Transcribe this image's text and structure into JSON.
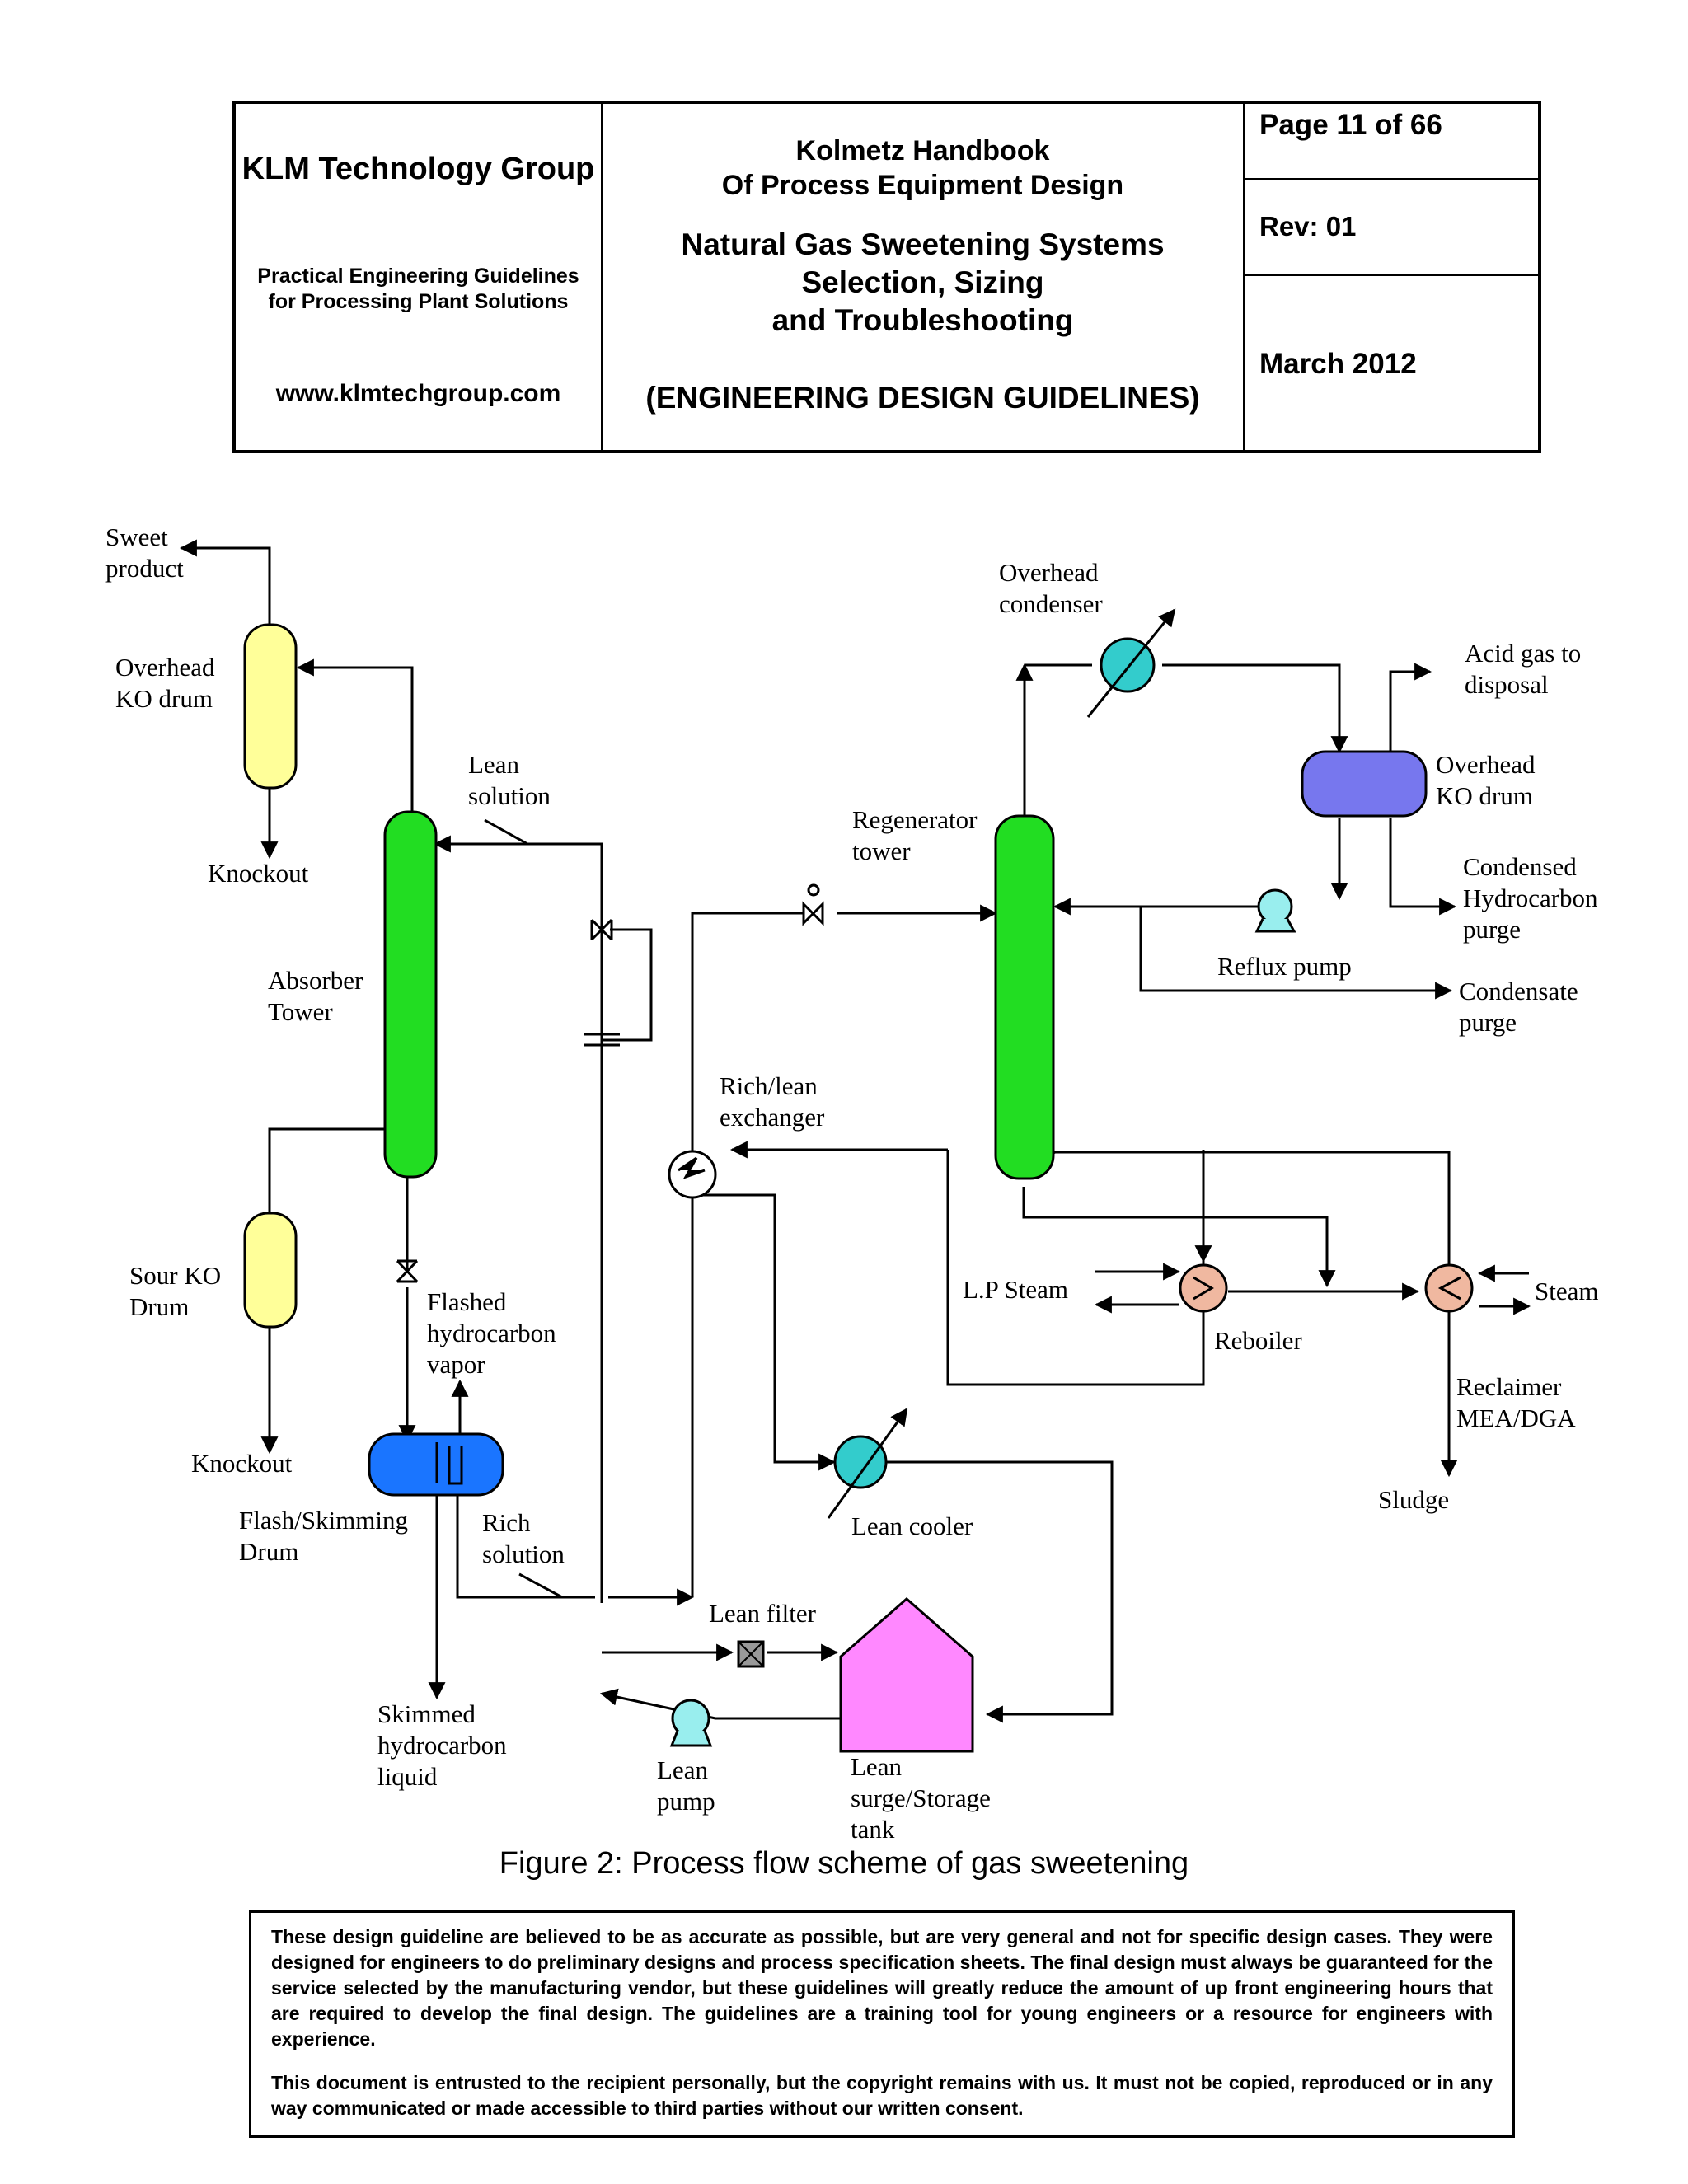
{
  "header": {
    "company": "KLM Technology Group",
    "tagline": "Practical Engineering Guidelines for Processing Plant Solutions",
    "website": "www.klmtechgroup.com",
    "handbook_line1": "Kolmetz Handbook",
    "handbook_line2": "Of Process Equipment Design",
    "title_line1": "Natural Gas Sweetening Systems",
    "title_line2": "Selection, Sizing",
    "title_line3": "and Troubleshooting",
    "doc_type": "(ENGINEERING DESIGN GUIDELINES)",
    "page": "Page 11 of  66",
    "rev": "Rev: 01",
    "date": "March 2012"
  },
  "diagram": {
    "labels": {
      "sweet_product_1": "Sweet",
      "sweet_product_2": "product",
      "overhead_ko_left_1": "Overhead",
      "overhead_ko_left_2": "KO drum",
      "lean_solution_1": "Lean",
      "lean_solution_2": "solution",
      "knockout_top": "Knockout",
      "absorber_1": "Absorber",
      "absorber_2": "Tower",
      "sour_ko_1": "Sour KO",
      "sour_ko_2": "Drum",
      "flashed_1": "Flashed",
      "flashed_2": "hydrocarbon",
      "flashed_3": "vapor",
      "knockout_bottom": "Knockout",
      "flash_drum_1": "Flash/Skimming",
      "flash_drum_2": "Drum",
      "rich_solution_1": "Rich",
      "rich_solution_2": "solution",
      "skimmed_1": "Skimmed",
      "skimmed_2": "hydrocarbon",
      "skimmed_3": "liquid",
      "lean_pump_1": "Lean",
      "lean_pump_2": "pump",
      "lean_filter": "Lean filter",
      "lean_tank_1": "Lean",
      "lean_tank_2": "surge/Storage",
      "lean_tank_3": "tank",
      "lean_cooler": "Lean cooler",
      "rich_lean_1": "Rich/lean",
      "rich_lean_2": "exchanger",
      "regen_1": "Regenerator",
      "regen_2": "tower",
      "overhead_condenser_1": "Overhead",
      "overhead_condenser_2": "condenser",
      "acid_gas_1": "Acid gas to",
      "acid_gas_2": "disposal",
      "overhead_ko_right_1": "Overhead",
      "overhead_ko_right_2": "KO drum",
      "condensed_1": "Condensed",
      "condensed_2": "Hydrocarbon",
      "condensed_3": "purge",
      "reflux_pump": "Reflux pump",
      "condensate_1": "Condensate",
      "condensate_2": "purge",
      "lp_steam": "L.P Steam",
      "reboiler": "Reboiler",
      "steam": "Steam",
      "reclaimer_1": "Reclaimer",
      "reclaimer_2": "MEA/DGA",
      "sludge": "Sludge"
    },
    "colors": {
      "tower": "#22dd22",
      "ko_drum": "#ffff99",
      "overhead_ko_right": "#7777ee",
      "flash_drum": "#1a75ff",
      "storage_tank": "#ff88ff",
      "cooler": "#33cccc",
      "pump": "#99eeee",
      "reboiler": "#f0b8a0"
    }
  },
  "caption": "Figure 2: Process flow scheme of gas sweetening",
  "disclaimer": {
    "para1": "These design guideline are believed to be as accurate as possible, but are very general and not for specific design cases. They were designed for engineers to do preliminary designs and process specification sheets.  The final design must always be guaranteed for the service selected by the manufacturing vendor, but these guidelines will greatly reduce the amount of up front engineering hours that are required to develop the final design. The guidelines are a training tool for young engineers or a resource for engineers with experience.",
    "para2": "This document is entrusted to the recipient personally, but the copyright remains with us.  It must not be copied, reproduced or in any way communicated or made accessible to third parties without our written consent."
  }
}
